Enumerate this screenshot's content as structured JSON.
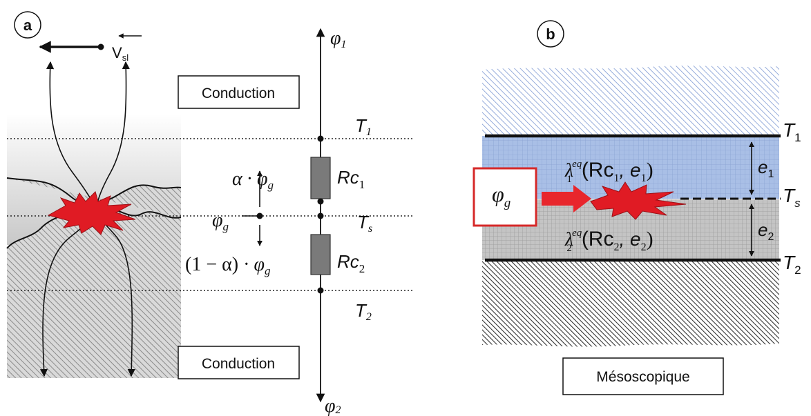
{
  "panel_a": {
    "badge": "a",
    "velocity": {
      "symbol": "V",
      "subscript": "sl"
    },
    "conduction_top": "Conduction",
    "conduction_bottom": "Conduction",
    "phi1": {
      "symbol": "φ",
      "subscript": "1"
    },
    "phi2": {
      "symbol": "φ",
      "subscript": "2"
    },
    "phig": {
      "symbol": "φ",
      "subscript": "g"
    },
    "T1": {
      "symbol": "T",
      "subscript": "1"
    },
    "Ts": {
      "symbol": "T",
      "subscript": "s"
    },
    "T2": {
      "symbol": "T",
      "subscript": "2"
    },
    "Rc1": {
      "symbol": "Rc",
      "subscript": "1"
    },
    "Rc2": {
      "symbol": "Rc",
      "subscript": "2"
    },
    "alpha_phig": {
      "alpha": "α",
      "dot": "·",
      "symbol": "φ",
      "subscript": "g"
    },
    "one_minus_alpha_phig": {
      "prefix": "(1 − α) ·",
      "symbol": "φ",
      "subscript": "g"
    }
  },
  "panel_b": {
    "badge": "b",
    "T1": {
      "symbol": "T",
      "subscript": "1"
    },
    "Ts": {
      "symbol": "T",
      "subscript": "s"
    },
    "T2": {
      "symbol": "T",
      "subscript": "2"
    },
    "e1": {
      "symbol": "e",
      "subscript": "1"
    },
    "e2": {
      "symbol": "e",
      "subscript": "2"
    },
    "phig": {
      "symbol": "φ",
      "subscript": "g"
    },
    "lambda1": {
      "symbol": "λ",
      "superscript": "eq",
      "subscript": "1",
      "args": "(Rc",
      "arg_sub": "1",
      "tail": ", e",
      "tail_sub": "1",
      "close": ")"
    },
    "lambda2": {
      "symbol": "λ",
      "superscript": "eq",
      "subscript": "2",
      "args": "(Rc",
      "arg_sub": "2",
      "tail": ", e",
      "tail_sub": "2",
      "close": ")"
    },
    "label_bottom": "Mésoscopique"
  },
  "colors": {
    "blue_layer": "#a9bfe6",
    "blue_hatch": "#6f8fce",
    "grey_layer": "#bdbdbd",
    "dark_hatch": "#3a3a3a",
    "spark_red": "#e01b24",
    "arrow_red": "#e8262c"
  }
}
